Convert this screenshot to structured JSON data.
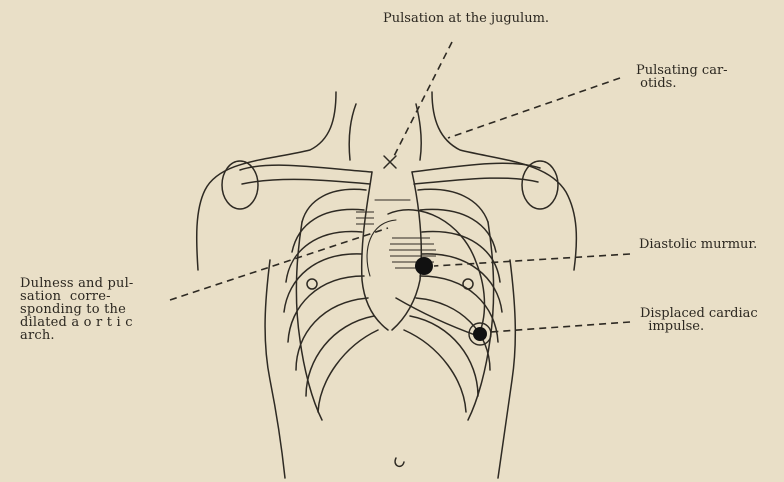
{
  "labels": {
    "jugulum": "Pulsation at the jugulum.",
    "carotids": "Pulsating car-\n otids.",
    "diastolic": "Diastolic murmur.",
    "aortic": "Dulness and pul-\nsation  corre-\nsponding to the\ndilated a o r t i c\narch.",
    "cardiac": "Displaced cardiac\n  impulse."
  },
  "colors": {
    "paper": "#e9dfc7",
    "ink": "#2e2a23"
  }
}
